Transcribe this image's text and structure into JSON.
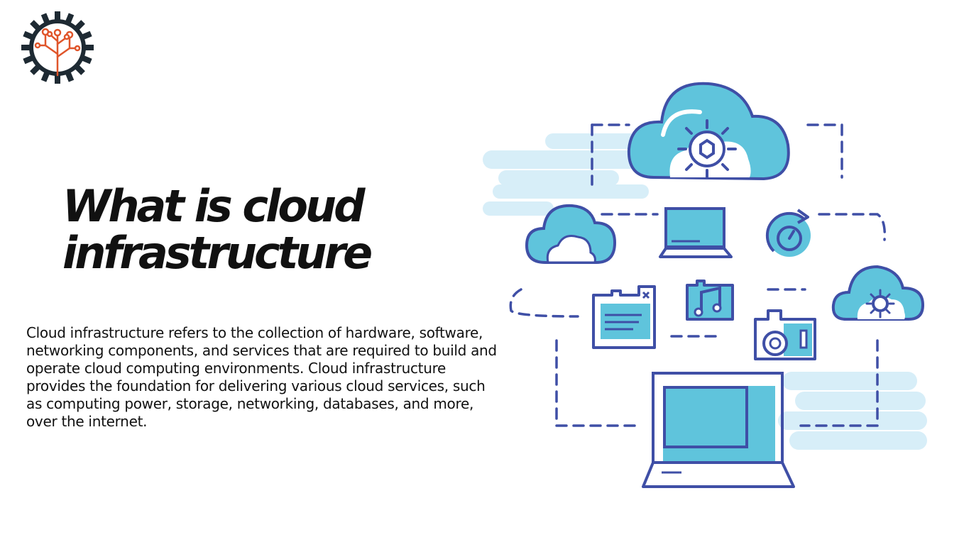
{
  "colors": {
    "accent_blue": "#3f4fa6",
    "cloud_fill": "#5fc4dc",
    "haze": "#d7eef8",
    "logo_orange": "#e0552a",
    "logo_dark": "#1e2a33",
    "text": "#111111"
  },
  "logo": {
    "icon": "gear-tree-logo"
  },
  "title": {
    "line1": "What is cloud",
    "line2": "infrastructure"
  },
  "description": "Cloud infrastructure refers to the collection of hardware, software, networking components, and services that are required to build and operate cloud computing environments. Cloud infrastructure provides the foundation for delivering various cloud services, such as computing power, storage, networking, databases, and more, over the internet.",
  "illustration": {
    "icons": [
      "cloud-gear-icon",
      "cloud-icon",
      "laptop-icon",
      "refresh-gauge-icon",
      "file-icon",
      "music-note-icon",
      "camera-icon",
      "small-cloud-gear-icon",
      "large-laptop-icon"
    ]
  }
}
